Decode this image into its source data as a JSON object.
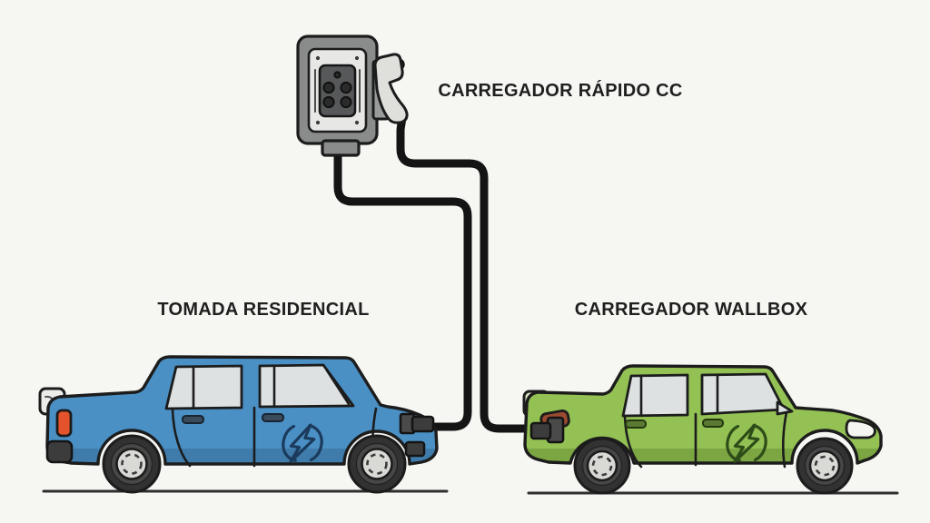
{
  "figure": {
    "labels": {
      "dc_fast_charger": "CARREGADOR RÁPIDO CC",
      "residential_outlet": "TOMADA RESIDENCIAL",
      "wallbox_charger": "CARREGADOR WALLBOX"
    },
    "icons": [
      "wallbox-charging-station-icon",
      "charging-gun-icon",
      "charging-cable-icon",
      "blue-ev-sedan-icon",
      "green-ev-sedan-icon",
      "lightning-bolt-logo-icon"
    ],
    "colors": {
      "background": "#f6f6f3",
      "text": "#1f1f1f",
      "outline": "#1c1c1c",
      "cable": "#141414",
      "ground": "#2f2f2f",
      "charger_body": "#8a8c8b",
      "charger_panel": "#e7e8e5",
      "charger_socket": "#565859",
      "charger_hole": "#2b2b2b",
      "gun_body": "#dfe0dc",
      "gun_holster": "#9a9c9b",
      "car_blue": "#4a90c5",
      "car_blue_lower": "#3f7cab",
      "car_green": "#93c154",
      "car_green_lower": "#7ba642",
      "window_glass": "#dde1e1",
      "taillight_red": "#e4532c",
      "taillight_brick": "#9b4a30",
      "mirror_gray": "#ececea",
      "mirror_green": "#d9e4c4",
      "headlight": "#f5f5f2",
      "tire": "#323232",
      "tire_inner": "#474747",
      "rim": "#d9d9d6",
      "dark_part": "#3c3c3c",
      "mid_part": "#4a4a4a",
      "handle_blue": "#3a4b5c",
      "handle_green": "#5a7a33",
      "logo_blue": "#1b3a5c",
      "logo_green": "#2e4c18"
    }
  }
}
